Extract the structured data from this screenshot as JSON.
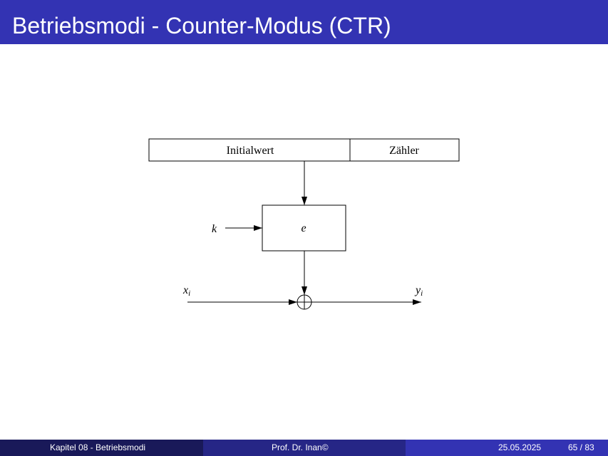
{
  "slide": {
    "title": "Betriebsmodi - Counter-Modus (CTR)"
  },
  "diagram": {
    "register_initial": "Initialwert",
    "register_counter": "Zähler",
    "key": "k",
    "cipher": "e",
    "input": "x",
    "input_sub": "i",
    "output": "y",
    "output_sub": "i"
  },
  "footer": {
    "chapter": "Kapitel 08 - Betriebsmodi",
    "author": "Prof. Dr. Inan©",
    "date": "25.05.2025",
    "page": "65 / 83"
  },
  "colors": {
    "header": "#3333b3",
    "footer_left": "#191959",
    "footer_mid": "#262686",
    "footer_right": "#3333b3"
  }
}
